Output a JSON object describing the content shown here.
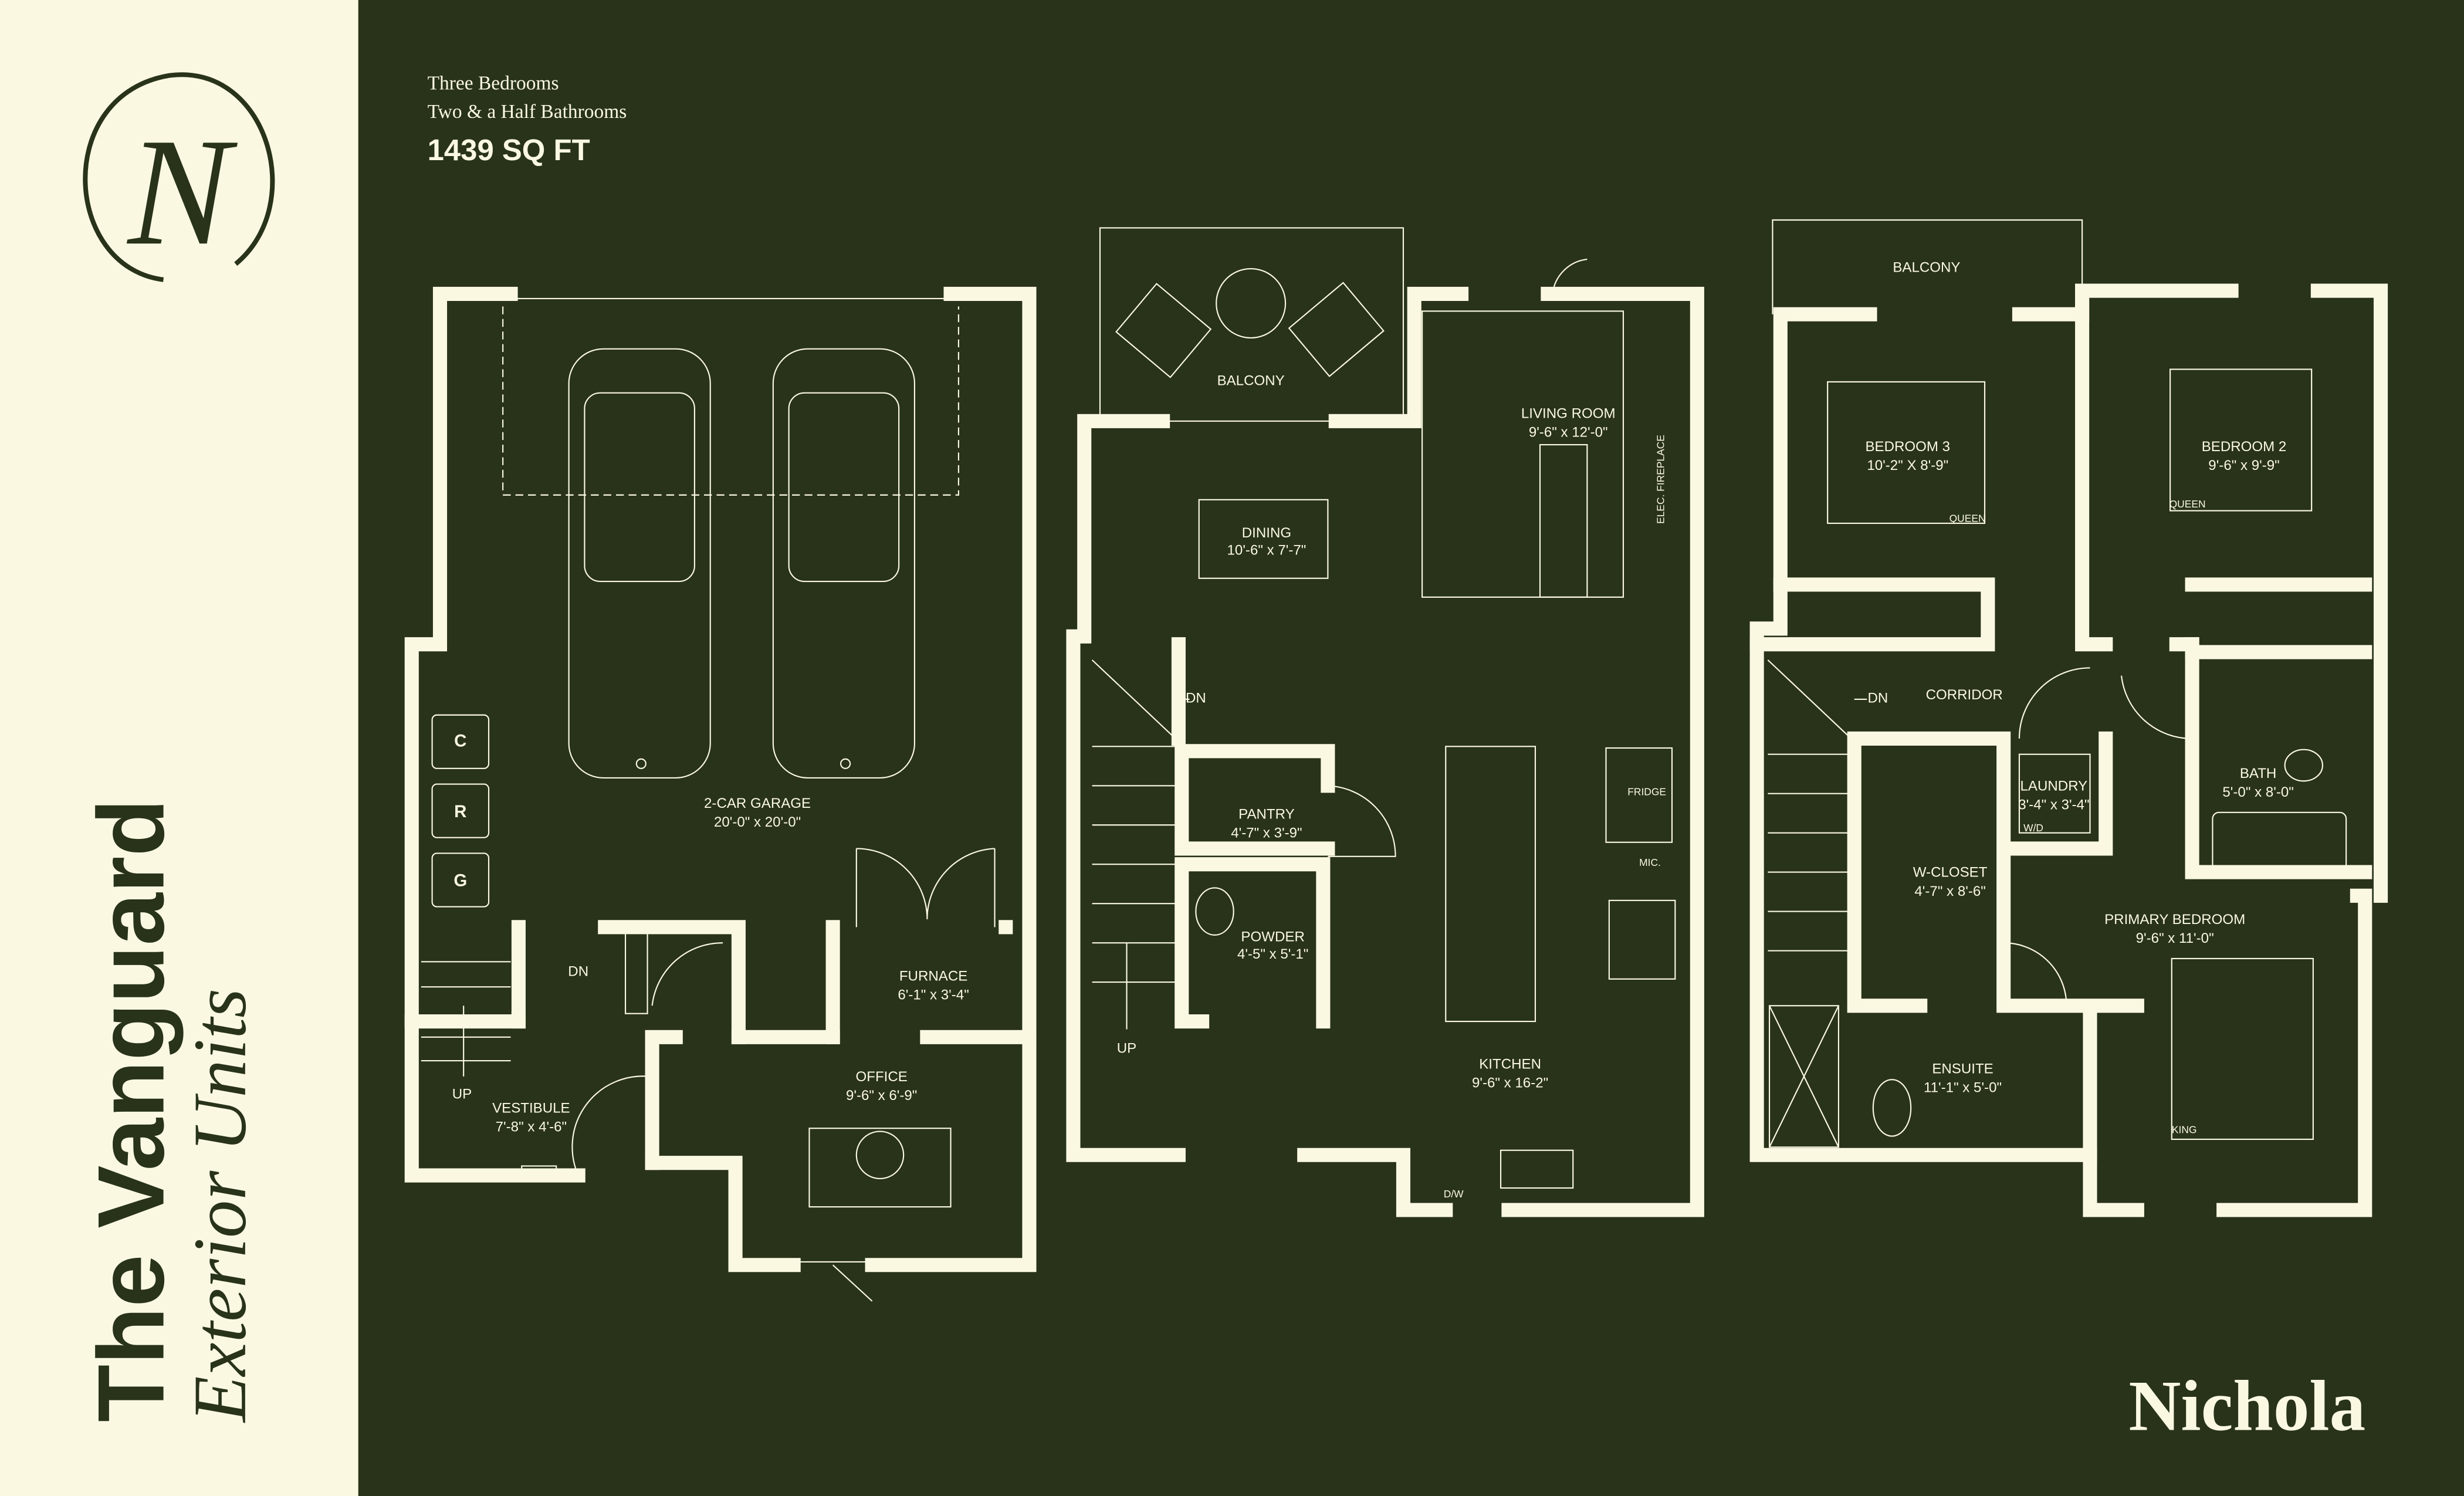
{
  "colors": {
    "background": "#283319",
    "panel": "#fbf8e2",
    "ink": "#283319"
  },
  "logo": {
    "letter": "N"
  },
  "title": "The Vanguard",
  "subtitle": "Exterior Units",
  "header": {
    "bedrooms": "Three Bedrooms",
    "bathrooms": "Two & a Half Bathrooms",
    "area": "1439 SQ FT"
  },
  "brand": "Nichola",
  "rooms": {
    "garage": {
      "name": "2-CAR GARAGE",
      "dims": "20'-0\" x 20'-0\""
    },
    "vestibule": {
      "name": "VESTIBULE",
      "dims": "7'-8\" x 4'-6\""
    },
    "office": {
      "name": "OFFICE",
      "dims": "9'-6\" x  6'-9\""
    },
    "furnace": {
      "name": "FURNACE",
      "dims": "6'-1\" x 3'-4\""
    },
    "balcony_main": {
      "name": "BALCONY"
    },
    "dining": {
      "name": "DINING",
      "dims": "10'-6\" x 7'-7\""
    },
    "living": {
      "name": "LIVING ROOM",
      "dims": "9'-6\" x 12'-0\""
    },
    "pantry": {
      "name": "PANTRY",
      "dims": "4'-7\" x 3'-9\""
    },
    "powder": {
      "name": "POWDER",
      "dims": "4'-5\" x 5'-1\""
    },
    "kitchen": {
      "name": "KITCHEN",
      "dims": "9'-6\" x 16-2\""
    },
    "balcony_upper": {
      "name": "BALCONY"
    },
    "bedroom3": {
      "name": "BEDROOM 3",
      "dims": "10'-2\" X 8'-9\""
    },
    "bedroom2": {
      "name": "BEDROOM 2",
      "dims": "9'-6\" x 9'-9\""
    },
    "corridor": {
      "name": "CORRIDOR"
    },
    "laundry": {
      "name": "LAUNDRY",
      "dims": "3'-4\" x 3'-4\""
    },
    "bath": {
      "name": "BATH",
      "dims": "5'-0\" x 8'-0\""
    },
    "wcloset": {
      "name": "W-CLOSET",
      "dims": "4'-7\" x 8'-6\""
    },
    "primary": {
      "name": "PRIMARY BEDROOM",
      "dims": "9'-6\" x 11'-0\""
    },
    "ensuite": {
      "name": "ENSUITE",
      "dims": "11'-1\" x 5'-0\""
    }
  },
  "fixtures": {
    "bin_c": "C",
    "bin_r": "R",
    "bin_g": "G",
    "dn": "DN",
    "up": "UP",
    "fridge": "FRIDGE",
    "mic": "MIC.",
    "dw": "D/W",
    "wd": "W/D",
    "queen": "QUEEN",
    "king": "KING",
    "fireplace": "ELEC. FIREPLACE"
  }
}
